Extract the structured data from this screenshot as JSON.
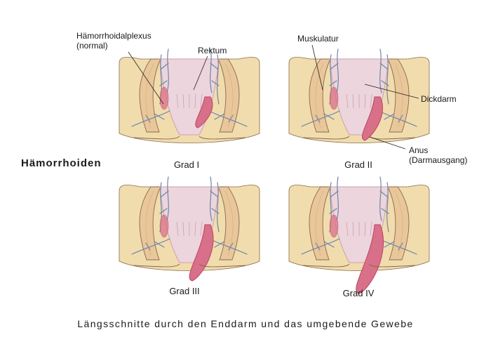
{
  "title": "Hämorrhoiden",
  "caption": "Längsschnitte durch den Enddarm und das umgebende Gewebe",
  "labels": {
    "plexus_line1": "Hämorrhoidalplexus",
    "plexus_line2": "(normal)",
    "rektum": "Rektum",
    "muskulatur": "Muskulatur",
    "dickdarm": "Dickdarm",
    "anus_line1": "Anus",
    "anus_line2": "(Darmausgang)"
  },
  "panels": [
    {
      "grade": "Grad I",
      "prolapse": 1
    },
    {
      "grade": "Grad II",
      "prolapse": 2
    },
    {
      "grade": "Grad III",
      "prolapse": 3
    },
    {
      "grade": "Grad IV",
      "prolapse": 4
    }
  ],
  "colors": {
    "tissue": "#f1dcae",
    "tissue_dark": "#d9b987",
    "muscle": "#e9c79a",
    "mucosa": "#ecd5dc",
    "mucosa_dark": "#cf9fb0",
    "hemorrhoid": "#d9708a",
    "hemorrhoid_dark": "#b84462",
    "vessel": "#6f86a8",
    "outline": "#8a6a4a"
  }
}
